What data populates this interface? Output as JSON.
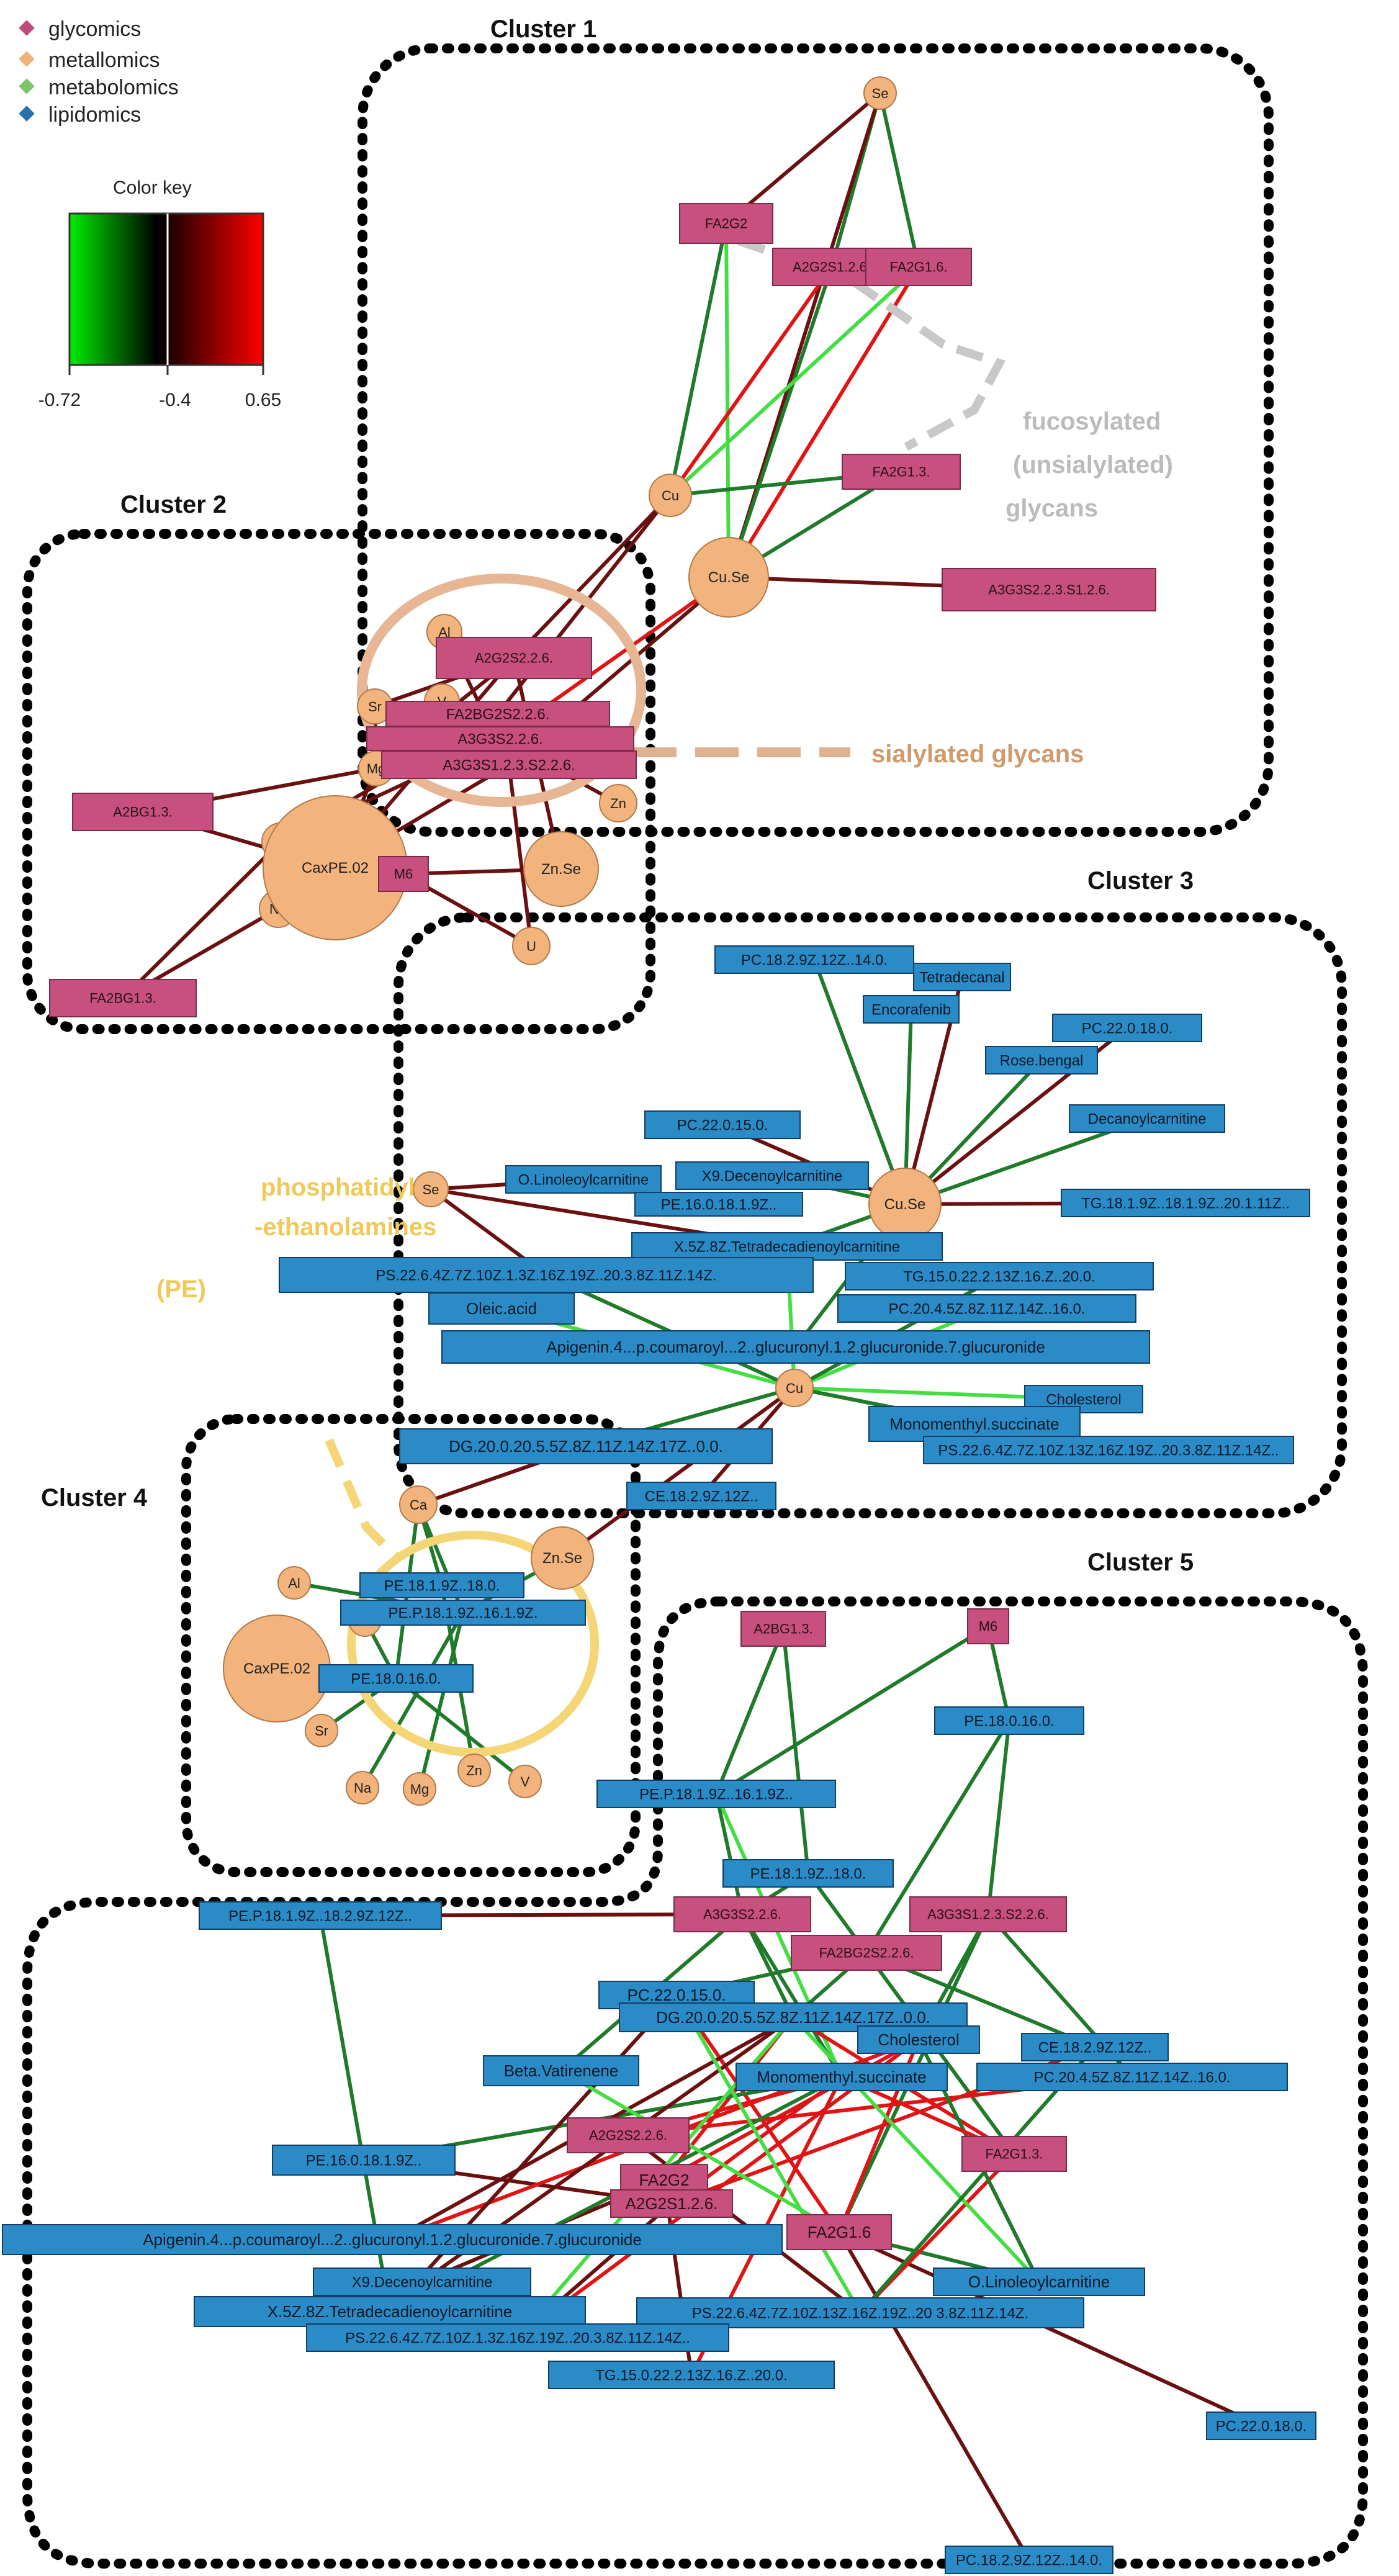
{
  "legend": {
    "items": [
      {
        "label": "glycomics",
        "color": "#c04a7a"
      },
      {
        "label": "metallomics",
        "color": "#f0b27a"
      },
      {
        "label": "metabolomics",
        "color": "#7dc36a"
      },
      {
        "label": "lipidomics",
        "color": "#2a6fb0"
      }
    ],
    "color_key_title": "Color key",
    "scale": {
      "min": "-0.72",
      "mid": "-0.4",
      "max": "0.65"
    }
  },
  "clusters": [
    "Cluster 1",
    "Cluster 2",
    "Cluster 3",
    "Cluster 4",
    "Cluster 5"
  ],
  "annotations": {
    "fucosylated": [
      "fucosylated",
      "(unsialylated)",
      "glycans"
    ],
    "sialylated": "sialylated glycans",
    "pe": [
      "phosphatidyl",
      "-ethanolamines",
      "(PE)"
    ]
  },
  "colors": {
    "glycan_node": "#c8507e",
    "metal_node": "#f2b47c",
    "lipid_node": "#2b8bc6",
    "edge_pos": "#e01414",
    "edge_dark": "#6b1010",
    "edge_green": "#1f7a2a",
    "edge_lightgreen": "#44dd44",
    "sialyl_annot": "#d6996a",
    "fuco_annot": "#bbbbbb",
    "pe_annot": "#f2cd63"
  },
  "nodes": {
    "Se_1": "Se",
    "FA2G2_1": "FA2G2",
    "A2G2S1_1": "A2G2S1.2.6.",
    "FA2G1_6_1": "FA2G1.6.",
    "FA2G1_3_1": "FA2G1.3.",
    "Cu_1": "Cu",
    "CuSe_1": "Cu.Se",
    "A3G3S2_1": "A3G3S2.2.3.S1.2.6.",
    "Al_2": "Al",
    "V_2": "V",
    "Sr_2": "Sr",
    "Mg_2": "Mg",
    "Ca_2": "Ca",
    "Na_2": "Na",
    "CaxPE_2": "CaxPE.02",
    "M6_2": "M6",
    "ZnSe_2": "Zn.Se",
    "Zn_2": "Zn",
    "U_2": "U",
    "A2G2S2_2": "A2G2S2.2.6.",
    "FA2BG2S2_2": "FA2BG2S2.2.6.",
    "A3G3S2_2": "A3G3S2.2.6.",
    "A3G3S1_2": "A3G3S1.2.3.S2.2.6.",
    "A2BG1_2": "A2BG1.3.",
    "FA2BG1_2": "FA2BG1.3.",
    "PC18_3": "PC.18.2.9Z.12Z..14.0.",
    "Tetra_3": "Tetradecanal",
    "Enco_3": "Encorafenib",
    "PC22_18_3": "PC.22.0.18.0.",
    "Rose_3": "Rose.bengal",
    "Deca_3": "Decanoylcarnitine",
    "PC22_15_3": "PC.22.0.15.0.",
    "OLin_3": "O.Linoleoylcarnitine",
    "X9_3": "X9.Decenoylcarnitine",
    "PE16_3": "PE.16.0.18.1.9Z..",
    "CuSe_3": "Cu.Se",
    "TG18_3": "TG.18.1.9Z..18.1.9Z..20.1.11Z..",
    "X5Z_3": "X.5Z.8Z.Tetradecadienoylcarnitine",
    "PS22a_3": "PS.22.6.4Z.7Z.10Z.1.3Z.16Z.19Z..20.3.8Z.11Z.14Z.",
    "TG15_3": "TG.15.0.22.2.13Z.16.Z..20.0.",
    "Oleic_3": "Oleic.acid",
    "PC20_3": "PC.20.4.5Z.8Z.11Z.14Z..16.0.",
    "Api_3": "Apigenin.4...p.coumaroyl...2..glucuronyl.1.2.glucuronide.7.glucuronide",
    "Se_3": "Se",
    "Cu_3": "Cu",
    "Chol_3": "Cholesterol",
    "Mono_3": "Monomenthyl.succinate",
    "DG_3": "DG.20.0.20.5.5Z.8Z.11Z.14Z.17Z..0.0.",
    "PS22b_3": "PS.22.6.4Z.7Z.10Z.13Z.16Z.19Z..20.3.8Z.11Z.14Z..",
    "CE_3": "CE.18.2.9Z.12Z..",
    "Ca_4": "Ca",
    "Al_4": "Al",
    "U_4": "U",
    "CaxPE_4": "CaxPE.02",
    "Sr_4": "Sr",
    "Na_4": "Na",
    "Mg_4": "Mg",
    "Zn_4": "Zn",
    "V_4": "V",
    "ZnSe_4": "Zn.Se",
    "PE18_4": "PE.18.1.9Z..18.0.",
    "PEP_4": "PE.P.18.1.9Z..16.1.9Z.",
    "PE180_4": "PE.18.0.16.0.",
    "A2BG1_5": "A2BG1.3.",
    "M6_5": "M6",
    "PE180_5": "PE.18.0.16.0.",
    "PEP16_5": "PE.P.18.1.9Z..16.1.9Z..",
    "PE18_5": "PE.18.1.9Z..18.0.",
    "PEP18_5": "PE.P.18.1.9Z..18.2.9Z.12Z..",
    "A3G3S2_5": "A3G3S2.2.6.",
    "A3G3S1_5": "A3G3S1.2.3.S2.2.6.",
    "FA2BG2S2_5": "FA2BG2S2.2.6.",
    "PC22_15_5": "PC.22.0.15.0.",
    "DG_5": "DG.20.0.20.5.5Z.8Z.11Z.14Z.17Z..0.0.",
    "Chol_5": "Cholesterol",
    "CE_5": "CE.18.2.9Z.12Z..",
    "Beta_5": "Beta.Vatirenene",
    "Mono_5": "Monomenthyl.succinate",
    "PC20_5": "PC.20.4.5Z.8Z.11Z.14Z..16.0.",
    "A2G2S2_5": "A2G2S2.2.6.",
    "FA2G1_3_5": "FA2G1.3.",
    "PE16_5": "PE.16.0.18.1.9Z..",
    "FA2G2_5": "FA2G2",
    "A2G2S1_5": "A2G2S1.2.6.",
    "Api_5": "Apigenin.4...p.coumaroyl...2..glucuronyl.1.2.glucuronide.7.glucuronide",
    "FA2G16_5": "FA2G1.6",
    "X9_5": "X9.Decenoylcarnitine",
    "OLin_5": "O.Linoleoylcarnitine",
    "X5Z_5": "X.5Z.8Z.Tetradecadienoylcarnitine",
    "PS22a_5": "PS.22.6.4Z.7Z.10Z.13Z.16Z.19Z..20 3.8Z.11Z.14Z.",
    "PS22b_5": "PS.22.6.4Z.7Z.10Z.1.3Z.16Z.19Z..20.3.8Z.11Z.14Z..",
    "TG15_5": "TG.15.0.22.2.13Z.16.Z..20.0.",
    "PC22_18_5": "PC.22.0.18.0.",
    "PC18_5": "PC.18.2.9Z.12Z..14.0."
  }
}
